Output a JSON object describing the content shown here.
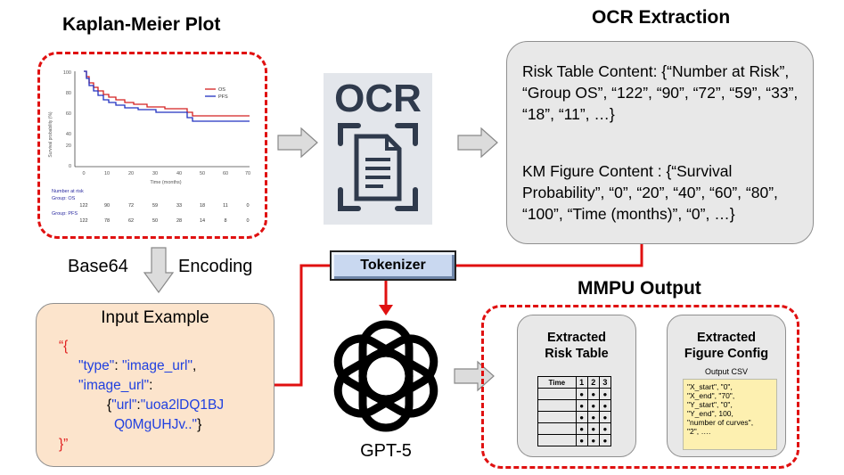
{
  "km": {
    "title": "Kaplan-Meier Plot",
    "y_axis_label": "Survival probability (%)",
    "y_ticks": [
      "100",
      "80",
      "60",
      "40",
      "20",
      "0"
    ],
    "x_ticks": [
      "0",
      "10",
      "20",
      "30",
      "40",
      "50",
      "60",
      "70"
    ],
    "x_label": "Time (months)",
    "legend": [
      "OS",
      "PFS"
    ],
    "number_at_risk": "Number at risk",
    "group_os": "Group: OS",
    "group_pfs": "Group: PFS",
    "os_counts": [
      "122",
      "90",
      "72",
      "59",
      "33",
      "18",
      "11",
      "0"
    ],
    "pfs_counts": [
      "122",
      "78",
      "62",
      "50",
      "28",
      "14",
      "8",
      "0"
    ],
    "colors": {
      "os": "#d42020",
      "pfs": "#2030c0"
    }
  },
  "ocr_panel": {
    "title": "OCR Extraction",
    "icon_text": "OCR",
    "risk_table_content": "Risk Table Content: {“Number at Risk”, “Group OS”, “122”, “90”, “72”, “59”, “33”, “18”, “11”, …}",
    "km_figure_content": "KM Figure Content : {“Survival Probability”, “0”, “20”, “40”, “60”, “80”, “100”, “Time (months)”, “0”, …}"
  },
  "encoding": {
    "left": "Base64",
    "right": "Encoding"
  },
  "input_example": {
    "title": "Input Example",
    "open": "“{",
    "type_key": "\"type\"",
    "type_value": "\"image_url\"",
    "image_url_key": "\"image_url\"",
    "url_key": "\"url\"",
    "url_value_1": "\"uoa2lDQ1BJ",
    "url_value_2": "Q0MgUHJv..\"",
    "close": "}”"
  },
  "tokenizer": {
    "label": "Tokenizer"
  },
  "gpt": {
    "label": "GPT-5"
  },
  "mmpu": {
    "title": "MMPU Output",
    "risk_table_title_1": "Extracted",
    "risk_table_title_2": "Risk Table",
    "table_headers": [
      "Time",
      "1",
      "2",
      "3"
    ],
    "figure_title_1": "Extracted",
    "figure_title_2": "Figure Config",
    "csv_title": "Output CSV",
    "csv_lines": [
      "\"X_start\", \"0\",",
      "\"X_end\", \"70\",",
      "\"Y_start\", \"0\",",
      "\"Y_end\", 100,",
      "\"number of curves\",",
      "\"2\", …."
    ]
  }
}
